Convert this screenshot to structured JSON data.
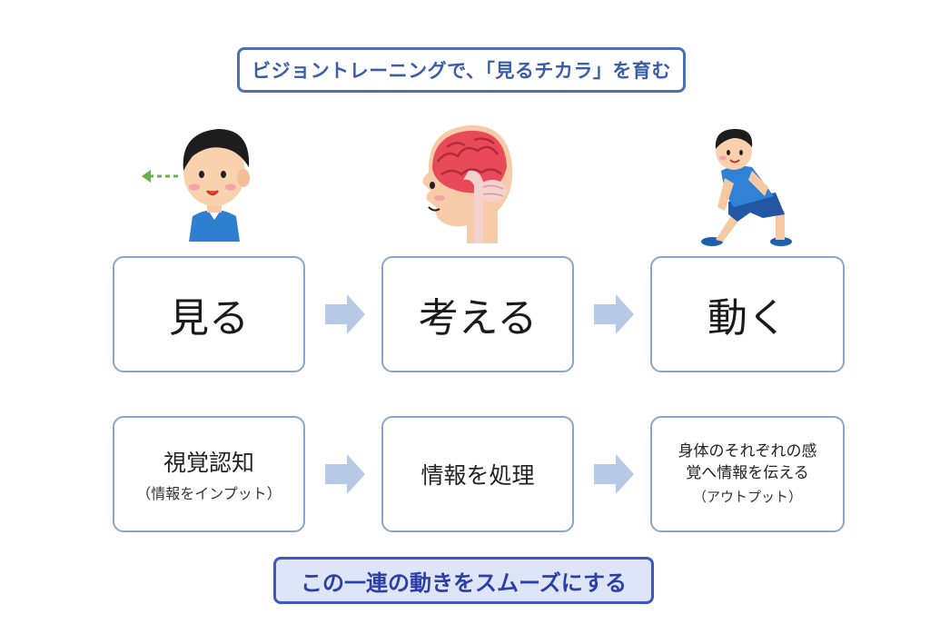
{
  "header": {
    "title": "ビジョントレーニングで、「見るチカラ」を育む"
  },
  "steps": [
    {
      "label": "見る"
    },
    {
      "label": "考える"
    },
    {
      "label": "動く"
    }
  ],
  "details": [
    {
      "label": "視覚認知",
      "sub": "（情報をインプット）"
    },
    {
      "label": "情報を処理"
    },
    {
      "line1": "身体のそれぞれの感",
      "line2": "覚へ情報を伝える",
      "sub": "（アウトプット）"
    }
  ],
  "footer": {
    "text": "この一連の動きをスムーズにする"
  },
  "icons": [
    "boy-looking-icon",
    "brain-head-icon",
    "stretching-boy-icon",
    "right-arrow-icon"
  ],
  "colors": {
    "title_border": "#4a6fb5",
    "box_border": "#8aa6cc",
    "arrow": "#b8c9e6",
    "footer_bg": "#dfe5f8",
    "footer_border": "#3f56c6"
  }
}
